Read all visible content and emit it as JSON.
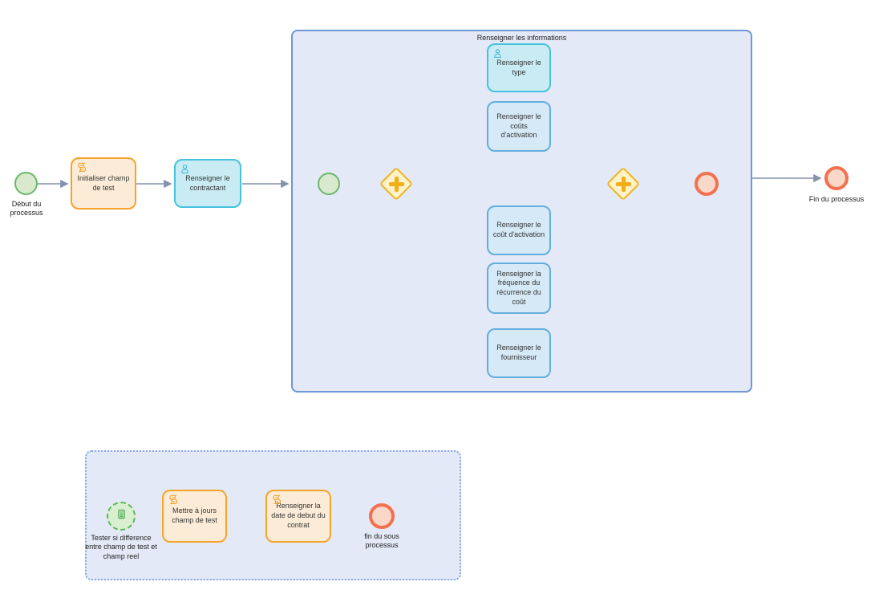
{
  "diagram_type": "bpmn-process",
  "colors": {
    "start_event_border": "#6cb86a",
    "start_event_fill": "#d9e9ce",
    "end_event_border": "#f2714e",
    "end_event_fill": "#f9d7c9",
    "task_orange_border": "#f5a42a",
    "task_orange_fill": "#fcecd7",
    "task_cyan_border": "#45c2de",
    "task_cyan_fill": "#c9ecf4",
    "task_blue_border": "#64aede",
    "task_blue_fill": "#d6e9f7",
    "gateway_border": "#efb41f",
    "gateway_fill": "#fdf2c9",
    "gateway_plus": "#f2ae14",
    "subprocess_fill": "#e3e9f6",
    "subprocess_border": "#6f97d8",
    "connector": "#8492ad"
  },
  "main": {
    "start": {
      "label": "Début du processus",
      "icon": "start-circle"
    },
    "task_initialiser": {
      "label": "Initialiser champ de test",
      "icon": "script-icon"
    },
    "task_contractant": {
      "label": "Renseigner le contractant",
      "icon": "user-icon"
    },
    "end": {
      "label": "Fin du processus",
      "icon": "end-circle"
    }
  },
  "sub_informations": {
    "title": "Renseigner les informations",
    "task_type": {
      "label": "Renseigner le type",
      "icon": "user-icon"
    },
    "task_couts_activation": {
      "label": "Renseigner le coûts d'activation"
    },
    "task_cout_activation": {
      "label": "Renseigner le coût d'activation"
    },
    "task_frequence": {
      "label": "Renseigner la fréquence du récurrence du coût"
    },
    "task_fournisseur": {
      "label": "Renseigner le fournisseur"
    },
    "gateways": {
      "split": "parallel-gateway",
      "join": "parallel-gateway"
    }
  },
  "sub_test": {
    "start": {
      "label": "Tester si difference entre champ de test et champ reel",
      "icon": "document-icon"
    },
    "task_mettre_a_jour": {
      "label": "Mettre à jours champ de test",
      "icon": "script-icon"
    },
    "task_date_debut": {
      "label": "Renseigner la date de debut du contrat",
      "icon": "script-icon"
    },
    "end": {
      "label": "fin du sous processus",
      "icon": "end-circle"
    }
  }
}
